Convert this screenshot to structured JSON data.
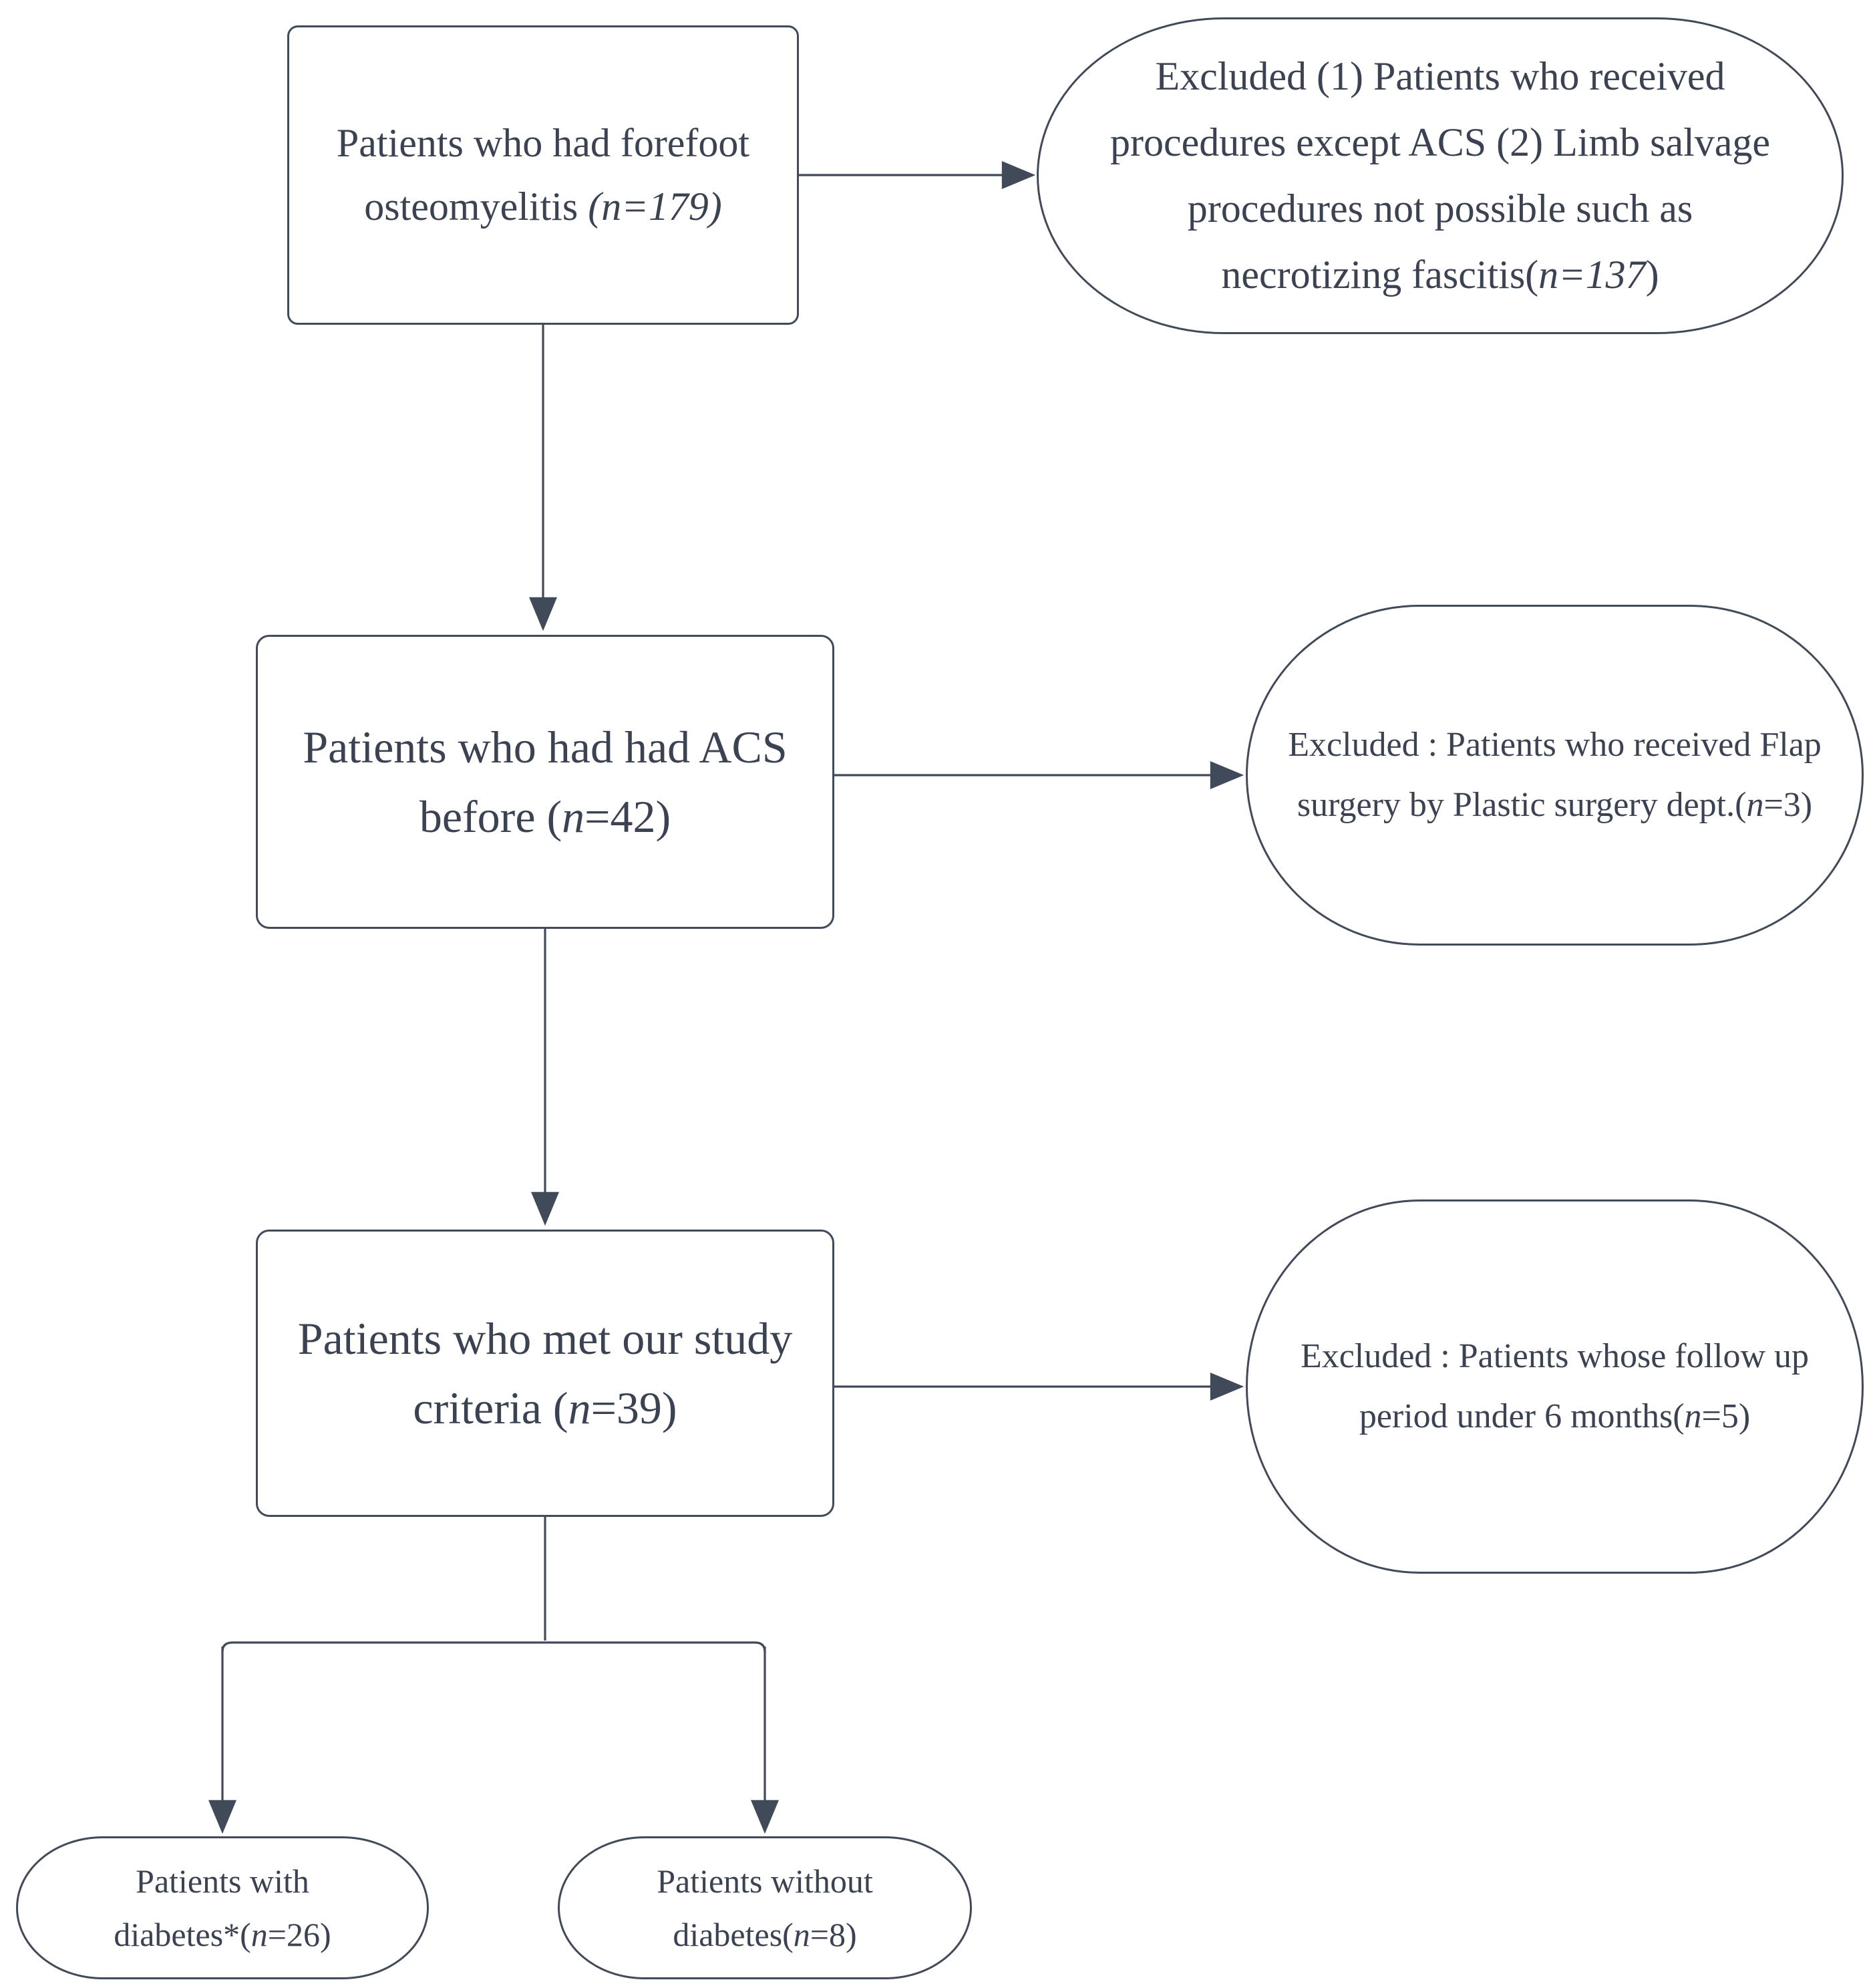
{
  "colors": {
    "background": "#ffffff",
    "stroke": "#414a58",
    "text": "#3b4252"
  },
  "nodes": {
    "forefoot_osteomyelitis": {
      "shape": "rectangle",
      "n": 179,
      "lines": [
        [
          {
            "t": "Patients who had forefoot",
            "i": false
          }
        ],
        [
          {
            "t": "osteomyelitis ",
            "i": false
          },
          {
            "t": "(n=179)",
            "i": true
          }
        ]
      ]
    },
    "excluded_1": {
      "shape": "stadium",
      "n": 137,
      "lines": [
        [
          {
            "t": "Excluded (1) Patients who received",
            "i": false
          }
        ],
        [
          {
            "t": "procedures except ACS (2) Limb salvage",
            "i": false
          }
        ],
        [
          {
            "t": "procedures not possible such as",
            "i": false
          }
        ],
        [
          {
            "t": "necrotizing fascitis(",
            "i": false
          },
          {
            "t": "n=137",
            "i": true
          },
          {
            "t": ")",
            "i": false
          }
        ]
      ]
    },
    "had_acs_before": {
      "shape": "rectangle",
      "n": 42,
      "lines": [
        [
          {
            "t": "Patients who had had ACS",
            "i": false
          }
        ],
        [
          {
            "t": "before (",
            "i": false
          },
          {
            "t": "n",
            "i": true
          },
          {
            "t": "=42)",
            "i": false
          }
        ]
      ]
    },
    "excluded_2": {
      "shape": "stadium",
      "n": 3,
      "lines": [
        [
          {
            "t": "Excluded : Patients who received Flap",
            "i": false
          }
        ],
        [
          {
            "t": "surgery by Plastic surgery dept.(",
            "i": false
          },
          {
            "t": "n",
            "i": true
          },
          {
            "t": "=3)",
            "i": false
          }
        ]
      ]
    },
    "met_study_criteria": {
      "shape": "rectangle",
      "n": 39,
      "lines": [
        [
          {
            "t": "Patients who met our study",
            "i": false
          }
        ],
        [
          {
            "t": "criteria (",
            "i": false
          },
          {
            "t": "n",
            "i": true
          },
          {
            "t": "=39)",
            "i": false
          }
        ]
      ]
    },
    "excluded_3": {
      "shape": "stadium",
      "n": 5,
      "lines": [
        [
          {
            "t": "Excluded : Patients whose follow up",
            "i": false
          }
        ],
        [
          {
            "t": "period under 6 months(",
            "i": false
          },
          {
            "t": "n",
            "i": true
          },
          {
            "t": "=5)",
            "i": false
          }
        ]
      ]
    },
    "with_diabetes": {
      "shape": "stadium",
      "n": 26,
      "lines": [
        [
          {
            "t": "Patients with",
            "i": false
          }
        ],
        [
          {
            "t": "diabetes*(",
            "i": false
          },
          {
            "t": "n",
            "i": true
          },
          {
            "t": "=26)",
            "i": false
          }
        ]
      ]
    },
    "without_diabetes": {
      "shape": "stadium",
      "n": 8,
      "lines": [
        [
          {
            "t": "Patients without",
            "i": false
          }
        ],
        [
          {
            "t": "diabetes(",
            "i": false
          },
          {
            "t": "n",
            "i": true
          },
          {
            "t": "=8)",
            "i": false
          }
        ]
      ]
    }
  },
  "edges": [
    {
      "from": "forefoot_osteomyelitis",
      "to": "excluded_1",
      "type": "arrow"
    },
    {
      "from": "forefoot_osteomyelitis",
      "to": "had_acs_before",
      "type": "arrow"
    },
    {
      "from": "had_acs_before",
      "to": "excluded_2",
      "type": "arrow"
    },
    {
      "from": "had_acs_before",
      "to": "met_study_criteria",
      "type": "arrow"
    },
    {
      "from": "met_study_criteria",
      "to": "excluded_3",
      "type": "arrow"
    },
    {
      "from": "met_study_criteria",
      "to": "with_diabetes",
      "type": "arrow"
    },
    {
      "from": "met_study_criteria",
      "to": "without_diabetes",
      "type": "arrow"
    }
  ]
}
